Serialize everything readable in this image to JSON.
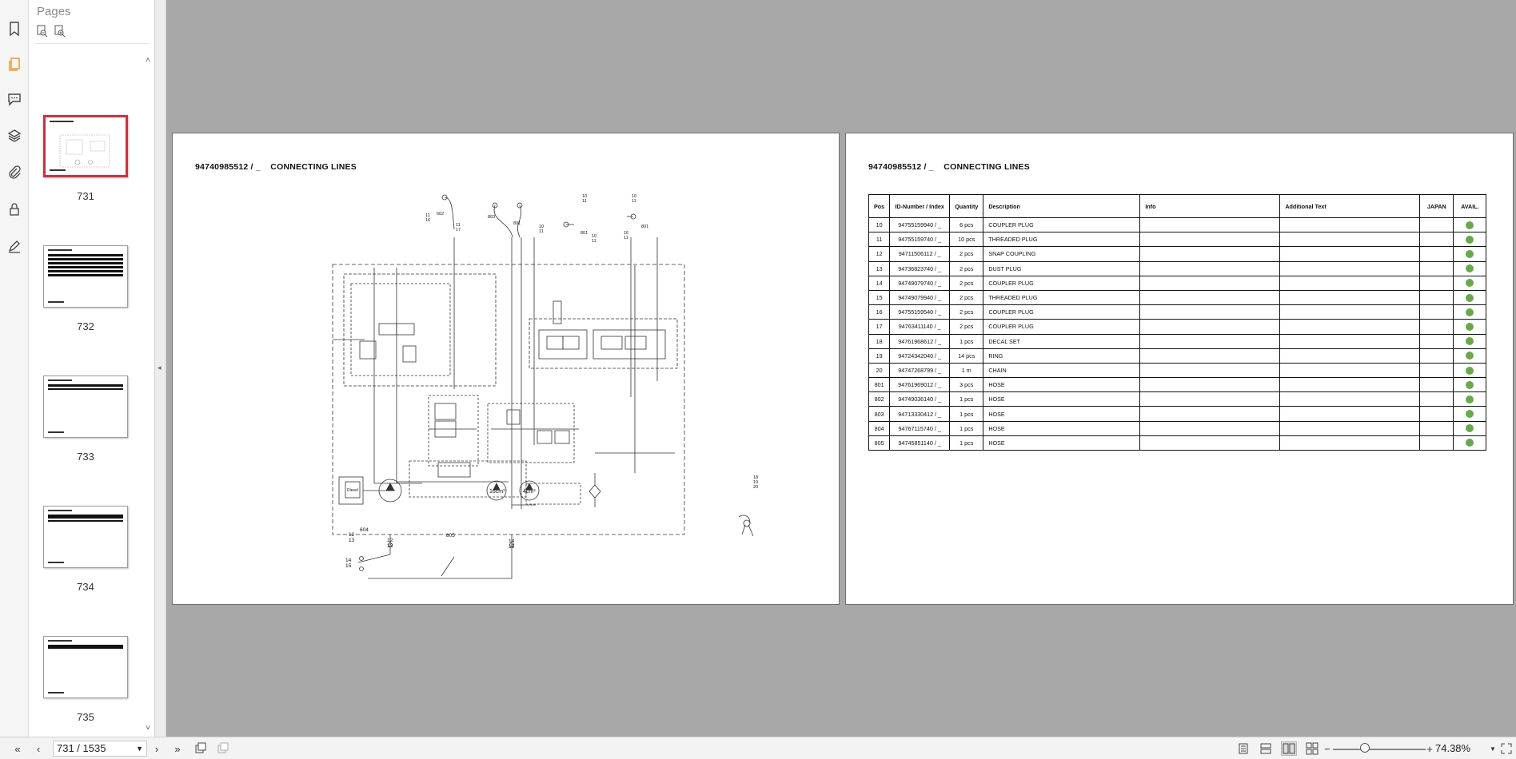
{
  "sidebar": {
    "title": "Pages",
    "rail_icons": [
      "bookmark-icon",
      "pages-icon",
      "comment-icon",
      "layers-icon",
      "attachment-icon",
      "lock-icon",
      "signature-icon"
    ],
    "thumbnails": [
      {
        "label": "731",
        "selected": true
      },
      {
        "label": "732",
        "selected": false
      },
      {
        "label": "733",
        "selected": false
      },
      {
        "label": "734",
        "selected": false
      },
      {
        "label": "735",
        "selected": false
      }
    ]
  },
  "left_page": {
    "title": "94740985512 / _    CONNECTING LINES",
    "schematic_labels": {
      "l11_16": "11\n16",
      "l602": "602",
      "l11_17": "11\n17",
      "l803": "803",
      "l801": "801",
      "l10_11a": "10\n11",
      "l10_11b": "10\n11",
      "l10_11c": "10\n11",
      "l801b": "801",
      "l12_13": "12\n13",
      "l604": "604",
      "l805": "805",
      "l14_15": "14\n15",
      "l14_15b": "14\n15",
      "l12_13b": "12\n13",
      "l18_20": "18\n19\n20",
      "pump1": "16cm³",
      "pump2": "4cm³",
      "diesel": "Diesel"
    }
  },
  "right_page": {
    "title": "94740985512 / _    CONNECTING LINES",
    "table": {
      "headers": [
        "Pos",
        "ID-Number / Index",
        "Quantity",
        "Description",
        "Info",
        "Additional Text",
        "JAPAN",
        "AVAIL."
      ],
      "rows": [
        {
          "pos": "10",
          "id": "94755159940 / _",
          "qty": "6 pcs",
          "desc": "COUPLER PLUG"
        },
        {
          "pos": "11",
          "id": "94755159740 / _",
          "qty": "10 pcs",
          "desc": "THREADED PLUG"
        },
        {
          "pos": "12",
          "id": "94711506112 / _",
          "qty": "2 pcs",
          "desc": "SNAP COUPLING"
        },
        {
          "pos": "13",
          "id": "94736823740 / _",
          "qty": "2 pcs",
          "desc": "DUST PLUG"
        },
        {
          "pos": "14",
          "id": "94749079740 / _",
          "qty": "2 pcs",
          "desc": "COUPLER PLUG"
        },
        {
          "pos": "15",
          "id": "94749079940 / _",
          "qty": "2 pcs",
          "desc": "THREADED PLUG"
        },
        {
          "pos": "16",
          "id": "94755159540 / _",
          "qty": "2 pcs",
          "desc": "COUPLER PLUG"
        },
        {
          "pos": "17",
          "id": "94763411140 / _",
          "qty": "2 pcs",
          "desc": "COUPLER PLUG"
        },
        {
          "pos": "18",
          "id": "94761968612 / _",
          "qty": "1 pcs",
          "desc": "DECAL SET"
        },
        {
          "pos": "19",
          "id": "94724342040 / _",
          "qty": "14 pcs",
          "desc": "RING"
        },
        {
          "pos": "20",
          "id": "94747268799 / _",
          "qty": "1 m",
          "desc": "CHAIN"
        },
        {
          "pos": "801",
          "id": "94761969012 / _",
          "qty": "3 pcs",
          "desc": "HOSE"
        },
        {
          "pos": "802",
          "id": "94749036140 / _",
          "qty": "1 pcs",
          "desc": "HOSE"
        },
        {
          "pos": "803",
          "id": "94713330412 / _",
          "qty": "1 pcs",
          "desc": "HOSE"
        },
        {
          "pos": "804",
          "id": "94767115740 / _",
          "qty": "1 pcs",
          "desc": "HOSE"
        },
        {
          "pos": "805",
          "id": "94745851140 / _",
          "qty": "1 pcs",
          "desc": "HOSE"
        }
      ],
      "avail_color": "#6aa84f"
    }
  },
  "statusbar": {
    "page_indicator": "731 / 1535",
    "zoom": "74.38%",
    "zoom_level_fraction": 0.29
  }
}
